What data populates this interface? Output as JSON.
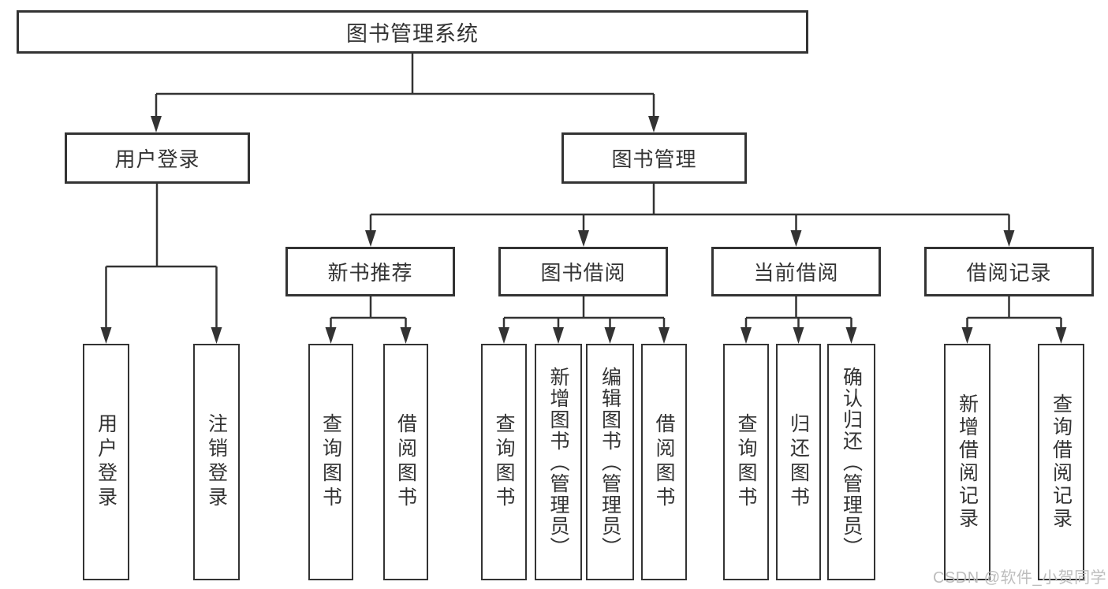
{
  "tree": {
    "root": {
      "label": "图书管理系统"
    },
    "branches": [
      {
        "label": "用户登录",
        "children": [
          {
            "label": "用户登录"
          },
          {
            "label": "注销登录"
          }
        ]
      },
      {
        "label": "图书管理",
        "sections": [
          {
            "label": "新书推荐",
            "children": [
              {
                "label": "查询图书"
              },
              {
                "label": "借阅图书"
              }
            ]
          },
          {
            "label": "图书借阅",
            "children": [
              {
                "label": "查询图书"
              },
              {
                "label": "新增图书（管理员）"
              },
              {
                "label": "编辑图书（管理员）"
              },
              {
                "label": "借阅图书"
              }
            ]
          },
          {
            "label": "当前借阅",
            "children": [
              {
                "label": "查询图书"
              },
              {
                "label": "归还图书"
              },
              {
                "label": "确认归还（管理员）"
              }
            ]
          },
          {
            "label": "借阅记录",
            "children": [
              {
                "label": "新增借阅记录"
              },
              {
                "label": "查询借阅记录"
              }
            ]
          }
        ]
      }
    ]
  },
  "watermark": {
    "text": "CSDN @软件_小贺同学",
    "color": "#bdbdbd"
  },
  "colors": {
    "line": "#333333",
    "box_border": "#333333",
    "text": "#333333",
    "background": "#ffffff",
    "watermark_color": "#bdbdbd"
  }
}
